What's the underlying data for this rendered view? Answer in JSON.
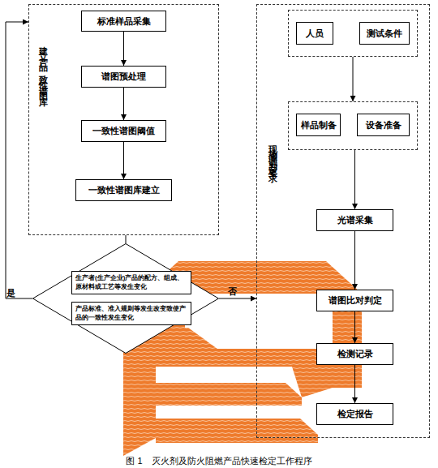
{
  "diagram": {
    "caption": "图 1　灭火剂及防火阻燃产品快速检定工作程序",
    "nodes": [
      {
        "text": [
          "建立产品一致性谱图库"
        ]
      },
      {
        "text": [
          "标准样品采集"
        ],
        "in": 0
      },
      {
        "text": [
          "谱图预处理"
        ],
        "in": 0
      },
      {
        "text": [
          "一致性谱图阈值"
        ],
        "in": 0
      },
      {
        "text": [
          "一致性谱图库建立"
        ],
        "in": 0
      },
      {
        "text": []
      },
      {
        "text": [
          "生产者(生产企业)产品的配方、组成、原材料或工艺等发生变化"
        ],
        "in": 5
      },
      {
        "text": [
          "产品标准、准入规则等发生改变致使产品的一致性发生变化"
        ],
        "in": 5
      },
      {
        "text": [
          "现场测试判定要求"
        ]
      },
      {
        "text": [],
        "in": 8
      },
      {
        "text": [
          "人员"
        ],
        "in": 9
      },
      {
        "text": [
          "测试条件"
        ],
        "in": 9
      },
      {
        "text": [],
        "in": 8
      },
      {
        "text": [
          "样品制备"
        ],
        "in": 12
      },
      {
        "text": [
          "设备准备"
        ],
        "in": 12
      },
      {
        "text": [
          "光谱采集"
        ],
        "in": 8
      },
      {
        "text": [
          "谱图比对判定"
        ],
        "in": 8
      },
      {
        "text": [
          "检测记录"
        ],
        "in": 8
      },
      {
        "text": [
          "检定报告"
        ],
        "in": 8
      }
    ],
    "edges": [
      {
        "from": 1,
        "to": 2,
        "arrow": "to"
      },
      {
        "from": 2,
        "to": 3,
        "arrow": "to"
      },
      {
        "from": 3,
        "to": 4,
        "arrow": "to"
      },
      {
        "from": 0,
        "to": 5,
        "arrow": "none"
      },
      {
        "from": 5,
        "to": 0,
        "label": "是",
        "arrow": "to"
      },
      {
        "from": 5,
        "to": 8,
        "label": "否",
        "arrow": "to"
      },
      {
        "from": 9,
        "to": 12,
        "arrow": "to"
      },
      {
        "from": 12,
        "to": 15,
        "arrow": "to"
      },
      {
        "from": 15,
        "to": 16,
        "arrow": "to"
      },
      {
        "from": 16,
        "to": 17,
        "arrow": "to"
      },
      {
        "from": 17,
        "to": 18,
        "arrow": "to"
      }
    ]
  }
}
